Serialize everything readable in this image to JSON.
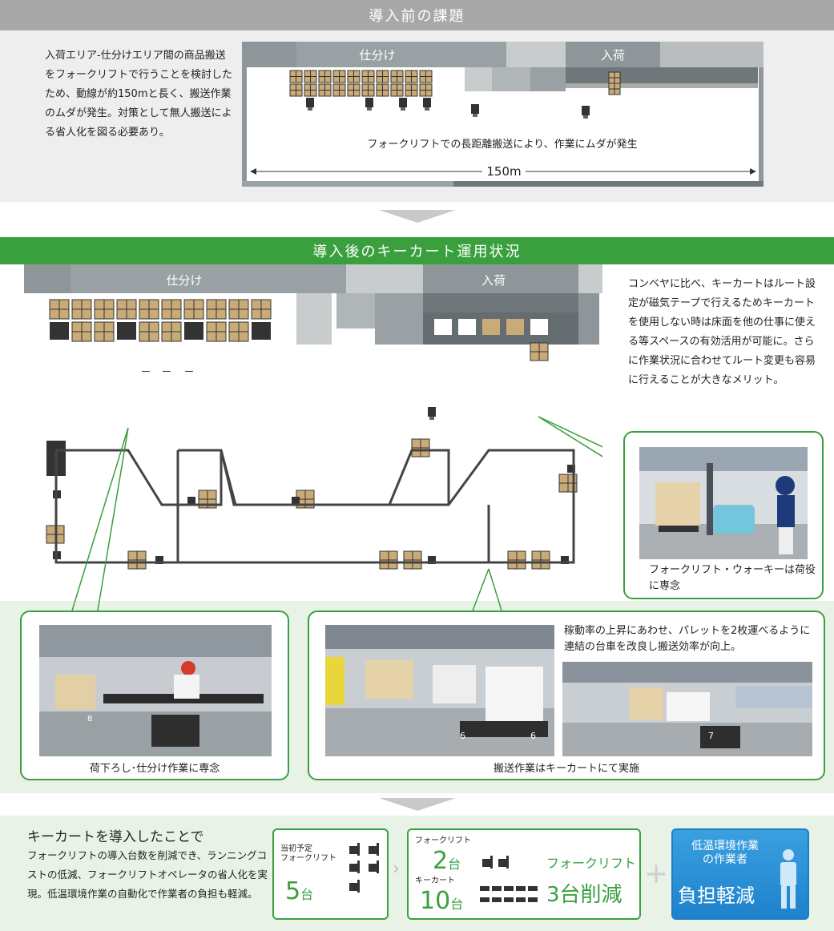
{
  "section1": {
    "title": "導入前の課題",
    "description": "入荷エリア-仕分けエリア間の商品搬送をフォークリフトで行うことを検討したため、動線が約150mと長く、搬送作業のムダが発生。対策として無人搬送による省人化を図る必要あり。",
    "diagram": {
      "label_sort": "仕分け",
      "label_receive": "入荷",
      "caption": "フォークリフトでの長距離搬送により、作業にムダが発生",
      "distance": "150m"
    }
  },
  "section2": {
    "title": "導入後のキーカート運用状況",
    "description": "コンベヤに比べ、キーカートはルート設定が磁気テープで行えるためキーカートを使用しない時は床面を他の仕事に使える等スペースの有効活用が可能に。さらに作業状況に合わせてルート変更も容易に行えることが大きなメリット。",
    "diagram": {
      "label_sort": "仕分け",
      "label_receive": "入荷"
    },
    "callout_forklift": {
      "caption": "フォークリフト・ウォーキーは荷役に専念"
    },
    "callout_unload": {
      "caption": "荷下ろし･仕分け作業に専念"
    },
    "callout_transport": {
      "note": "稼動率の上昇にあわせ、パレットを2枚運べるように連結の台車を改良し搬送効率が向上。",
      "caption": "搬送作業はキーカートにて実施",
      "photo_numbers": [
        "6",
        "6",
        "7",
        "8"
      ]
    }
  },
  "section3": {
    "title": "キーカートを導入したことで",
    "description": "フォークリフトの導入台数を削減でき、ランニングコストの低減、フォークリフトオペレータの省人化を実現。低温環境作業の自動化で作業者の負担も軽減。",
    "box_before": {
      "label": "当初予定\nフォークリフト",
      "count": "5",
      "unit": "台"
    },
    "box_after": {
      "forklift_label": "フォークリフト",
      "forklift_count": "2",
      "cart_label": "キーカート",
      "cart_count": "10",
      "unit": "台",
      "result_line1": "フォークリフト",
      "result_line2": "3台削減"
    },
    "plus": "+",
    "box_relief": {
      "line1": "低温環境作業",
      "line2": "の作業者",
      "line3": "負担軽減"
    }
  },
  "colors": {
    "green": "#3aa03e",
    "gray_header": "#a8a8a8",
    "blue": "#1e82cc",
    "pallet": "#c9ab78",
    "dark": "#333333"
  }
}
